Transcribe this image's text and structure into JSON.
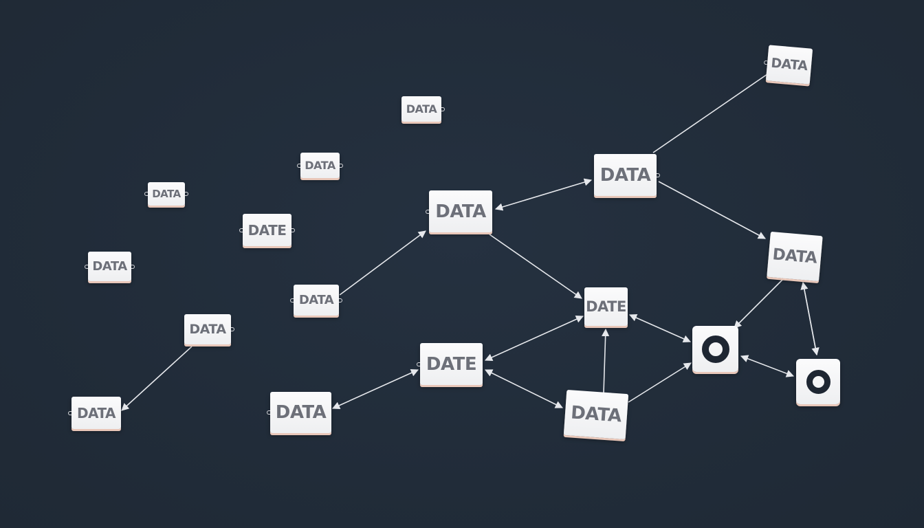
{
  "diagram": {
    "background": "#222d3b",
    "node_color": "#f3f4f6",
    "text_color": "#6d7079",
    "edge_color": "#e6e8ec",
    "nodes": [
      {
        "id": "n1",
        "label": "DATA"
      },
      {
        "id": "n2",
        "label": "DATA"
      },
      {
        "id": "n3",
        "label": "DATA"
      },
      {
        "id": "n4",
        "label": "DATA"
      },
      {
        "id": "n5",
        "label": "DATE"
      },
      {
        "id": "n6",
        "label": "DATA"
      },
      {
        "id": "n7",
        "label": "DATA"
      },
      {
        "id": "n8",
        "label": "DATA"
      },
      {
        "id": "n9",
        "label": "DATA"
      },
      {
        "id": "n10",
        "label": "DATA"
      },
      {
        "id": "n11",
        "label": "DATA"
      },
      {
        "id": "n12",
        "label": "DATE"
      },
      {
        "id": "n13",
        "label": "DATE"
      },
      {
        "id": "n14",
        "label": "DATA"
      },
      {
        "id": "n15",
        "label": "DATA"
      },
      {
        "id": "n16",
        "label": "DATA"
      },
      {
        "id": "c1",
        "icon": "ring-icon"
      },
      {
        "id": "c2",
        "icon": "ring-icon"
      }
    ],
    "edges": [
      {
        "from": "n8",
        "to": "n9",
        "arrow": "end"
      },
      {
        "from": "n10",
        "to": "n11",
        "arrow": "both"
      },
      {
        "from": "n1",
        "to": "n11",
        "arrow": "none"
      },
      {
        "from": "n11",
        "to": "n14",
        "arrow": "end"
      },
      {
        "from": "n9",
        "to": "n12",
        "arrow": "end"
      },
      {
        "from": "n6",
        "to": "n10",
        "arrow": "end"
      },
      {
        "from": "n7",
        "to": "n15",
        "arrow": "end"
      },
      {
        "from": "n12",
        "to": "n13",
        "arrow": "both"
      },
      {
        "from": "n12",
        "to": "c1",
        "arrow": "both"
      },
      {
        "from": "n14",
        "to": "c1",
        "arrow": "both"
      },
      {
        "from": "n14",
        "to": "c2",
        "arrow": "end"
      },
      {
        "from": "c1",
        "to": "c2",
        "arrow": "both"
      },
      {
        "from": "n13",
        "to": "n16",
        "arrow": "both"
      },
      {
        "from": "n13",
        "to": "n14_b",
        "arrow": "none"
      },
      {
        "from": "n16",
        "to": "n12",
        "arrow": "end"
      },
      {
        "from": "n16",
        "to": "c1",
        "arrow": "end"
      }
    ]
  }
}
